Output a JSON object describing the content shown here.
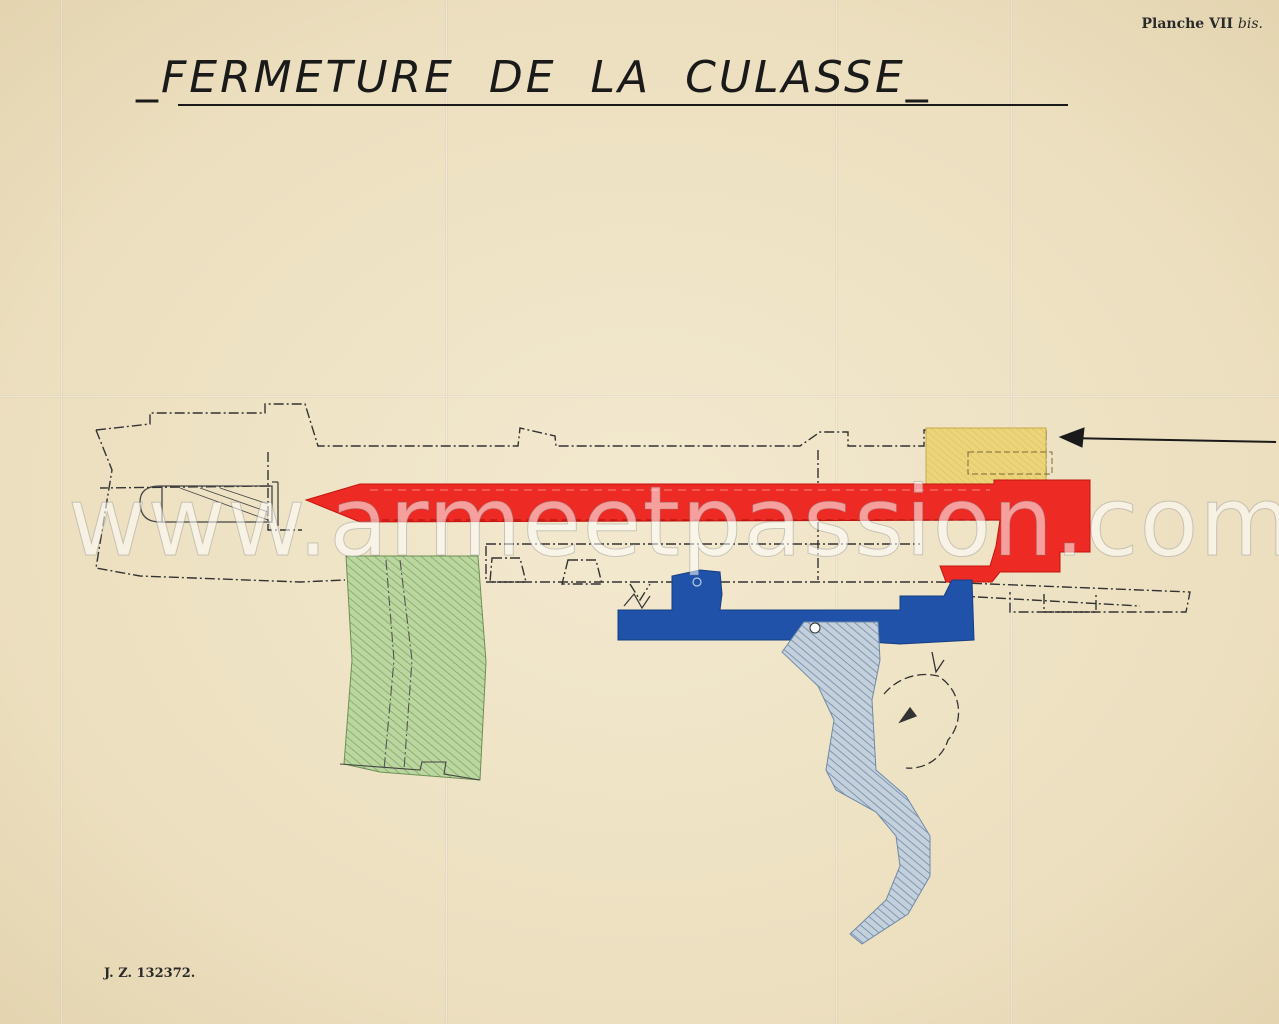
{
  "plate": {
    "label": "Planche VII",
    "suffix": "bis."
  },
  "title": "FERMETURE  DE  LA  CULASSE",
  "reference": "J. Z. 132372.",
  "watermark": "www.armeetpassion.com",
  "colors": {
    "paper": "#efe3c6",
    "bolt_red": "#ee2a24",
    "trigger_blue": "#1f52a8",
    "magazine_green": "#a9c98b",
    "stock_yellow": "#ecd47a",
    "trigger_gray": "#a7b8c9",
    "ink": "#1a1a1a"
  },
  "parts": [
    {
      "name": "bolt",
      "color": "bolt_red"
    },
    {
      "name": "sear",
      "color": "trigger_blue"
    },
    {
      "name": "magazine",
      "color": "magazine_green"
    },
    {
      "name": "trigger",
      "color": "trigger_gray"
    },
    {
      "name": "buttplate",
      "color": "stock_yellow"
    }
  ]
}
